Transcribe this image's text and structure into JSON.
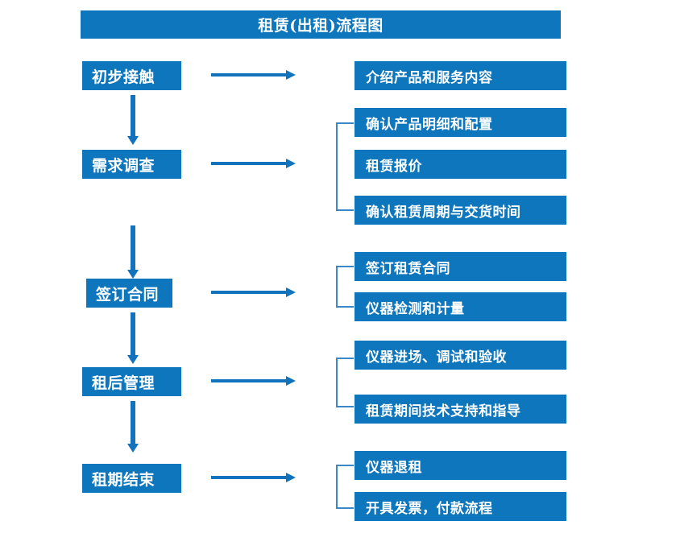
{
  "diagram": {
    "title": "租赁(出租)流程图",
    "colors": {
      "box_fill": "#0E76BC",
      "box_text": "#FFFFFF",
      "arrow": "#1272BC",
      "bracket": "#3C87C8",
      "background": "#FFFFFF"
    },
    "stages": [
      {
        "label": "初步接触"
      },
      {
        "label": "需求调查"
      },
      {
        "label": "签订合同"
      },
      {
        "label": "租后管理"
      },
      {
        "label": "租期结束"
      }
    ],
    "details": [
      {
        "group": 1,
        "items": [
          "介绍产品和服务内容"
        ]
      },
      {
        "group": 2,
        "items": [
          "确认产品明细和配置",
          "租赁报价",
          "确认租赁周期与交货时间"
        ]
      },
      {
        "group": 3,
        "items": [
          "签订租赁合同",
          "仪器检测和计量"
        ]
      },
      {
        "group": 4,
        "items": [
          "仪器进场、调试和验收",
          "租赁期间技术支持和指导"
        ]
      },
      {
        "group": 5,
        "items": [
          "仪器退租",
          "开具发票，付款流程"
        ]
      }
    ],
    "flat_details": [
      "介绍产品和服务内容",
      "确认产品明细和配置",
      "租赁报价",
      "确认租赁周期与交货时间",
      "签订租赁合同",
      "仪器检测和计量",
      "仪器进场、调试和验收",
      "租赁期间技术支持和指导",
      "仪器退租",
      "开具发票，付款流程"
    ],
    "connector_labels": {
      "right_arrow": "leads-to",
      "down_arrow": "next-stage",
      "bracket": "groups-sub-steps"
    }
  }
}
